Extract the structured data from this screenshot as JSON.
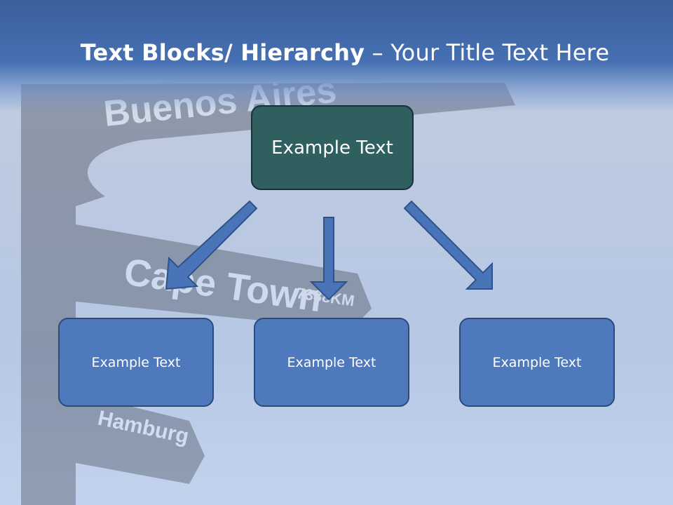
{
  "background_signs": [
    "Buenos Aires",
    "Cape Town",
    "7338KM",
    "Hamburg"
  ],
  "title": {
    "bold": "Text Blocks/ Hierarchy",
    "dash": " – ",
    "rest": "Your Title Text Here"
  },
  "top_node": {
    "label": "Example Text"
  },
  "children": [
    {
      "label": "Example Text"
    },
    {
      "label": "Example Text"
    },
    {
      "label": "Example Text"
    }
  ],
  "colors": {
    "title_band": "#4670b3",
    "top_node_fill": "#2f5f5e",
    "child_fill": "#4f79bd",
    "arrow_fill": "#4a74b8",
    "arrow_stroke": "#2f5288"
  }
}
